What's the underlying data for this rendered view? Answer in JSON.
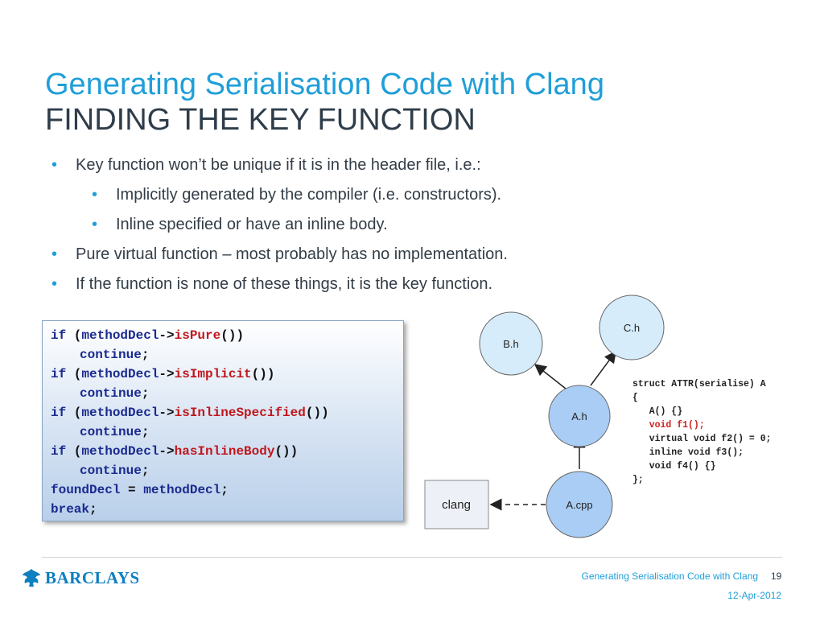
{
  "slide": {
    "title": "Generating Serialisation Code with Clang",
    "subtitle": "FINDING THE KEY FUNCTION"
  },
  "bullets": [
    {
      "text": "Key function won’t be unique if it is in the header file, i.e.:",
      "level": 1
    },
    {
      "text": "Implicitly generated by the compiler (i.e. constructors).",
      "level": 2
    },
    {
      "text": "Inline specified or have an inline body.",
      "level": 2
    },
    {
      "text": "Pure virtual function – most probably has no implementation.",
      "level": 1
    },
    {
      "text": "If the function is none of these things, it is the key function.",
      "level": 1
    }
  ],
  "code": {
    "kw_if": "if",
    "open": " (",
    "var": "methodDecl",
    "arrow": "->",
    "calls": [
      "isPure",
      "isImplicit",
      "isInlineSpecified",
      "hasInlineBody"
    ],
    "close": "())",
    "kw_continue": "continue",
    "semicolon": ";",
    "found_var": "foundDecl",
    "assign": " = ",
    "kw_break": "break"
  },
  "diagram": {
    "nodes": {
      "bh": "B.h",
      "ch": "C.h",
      "ah": "A.h",
      "acpp": "A.cpp",
      "clang": "clang"
    },
    "struct_code": [
      "struct ATTR(serialise) A",
      "{",
      "   A() {}",
      "   void f1();",
      "   virtual void f2() = 0;",
      "   inline void f3();",
      "   void f4() {}",
      "};"
    ],
    "highlight_color": "#d02020",
    "node_fill": "#d6ecfb",
    "node_fill_dark": "#a9cdf4"
  },
  "footer": {
    "logo_text": "BARCLAYS",
    "title": "Generating Serialisation Code with Clang",
    "page": "19",
    "date": "12-Apr-2012"
  },
  "colors": {
    "accent": "#1f9fd8",
    "heading_dark": "#2f3d4a",
    "brand": "#0e7fc0"
  }
}
